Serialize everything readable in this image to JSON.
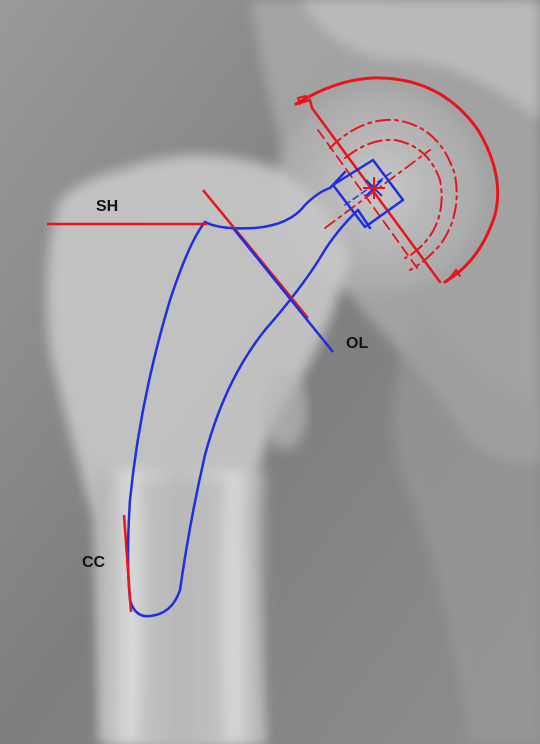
{
  "labels": {
    "sh": "SH",
    "ol": "OL",
    "cc": "CC"
  },
  "colors": {
    "template_red": "#e8141c",
    "stem_blue": "#1f2fe0",
    "bone_light": "#d4d4d4",
    "background_gray": "#8a8a8a"
  },
  "icons": {
    "center_marker": "asterisk"
  }
}
